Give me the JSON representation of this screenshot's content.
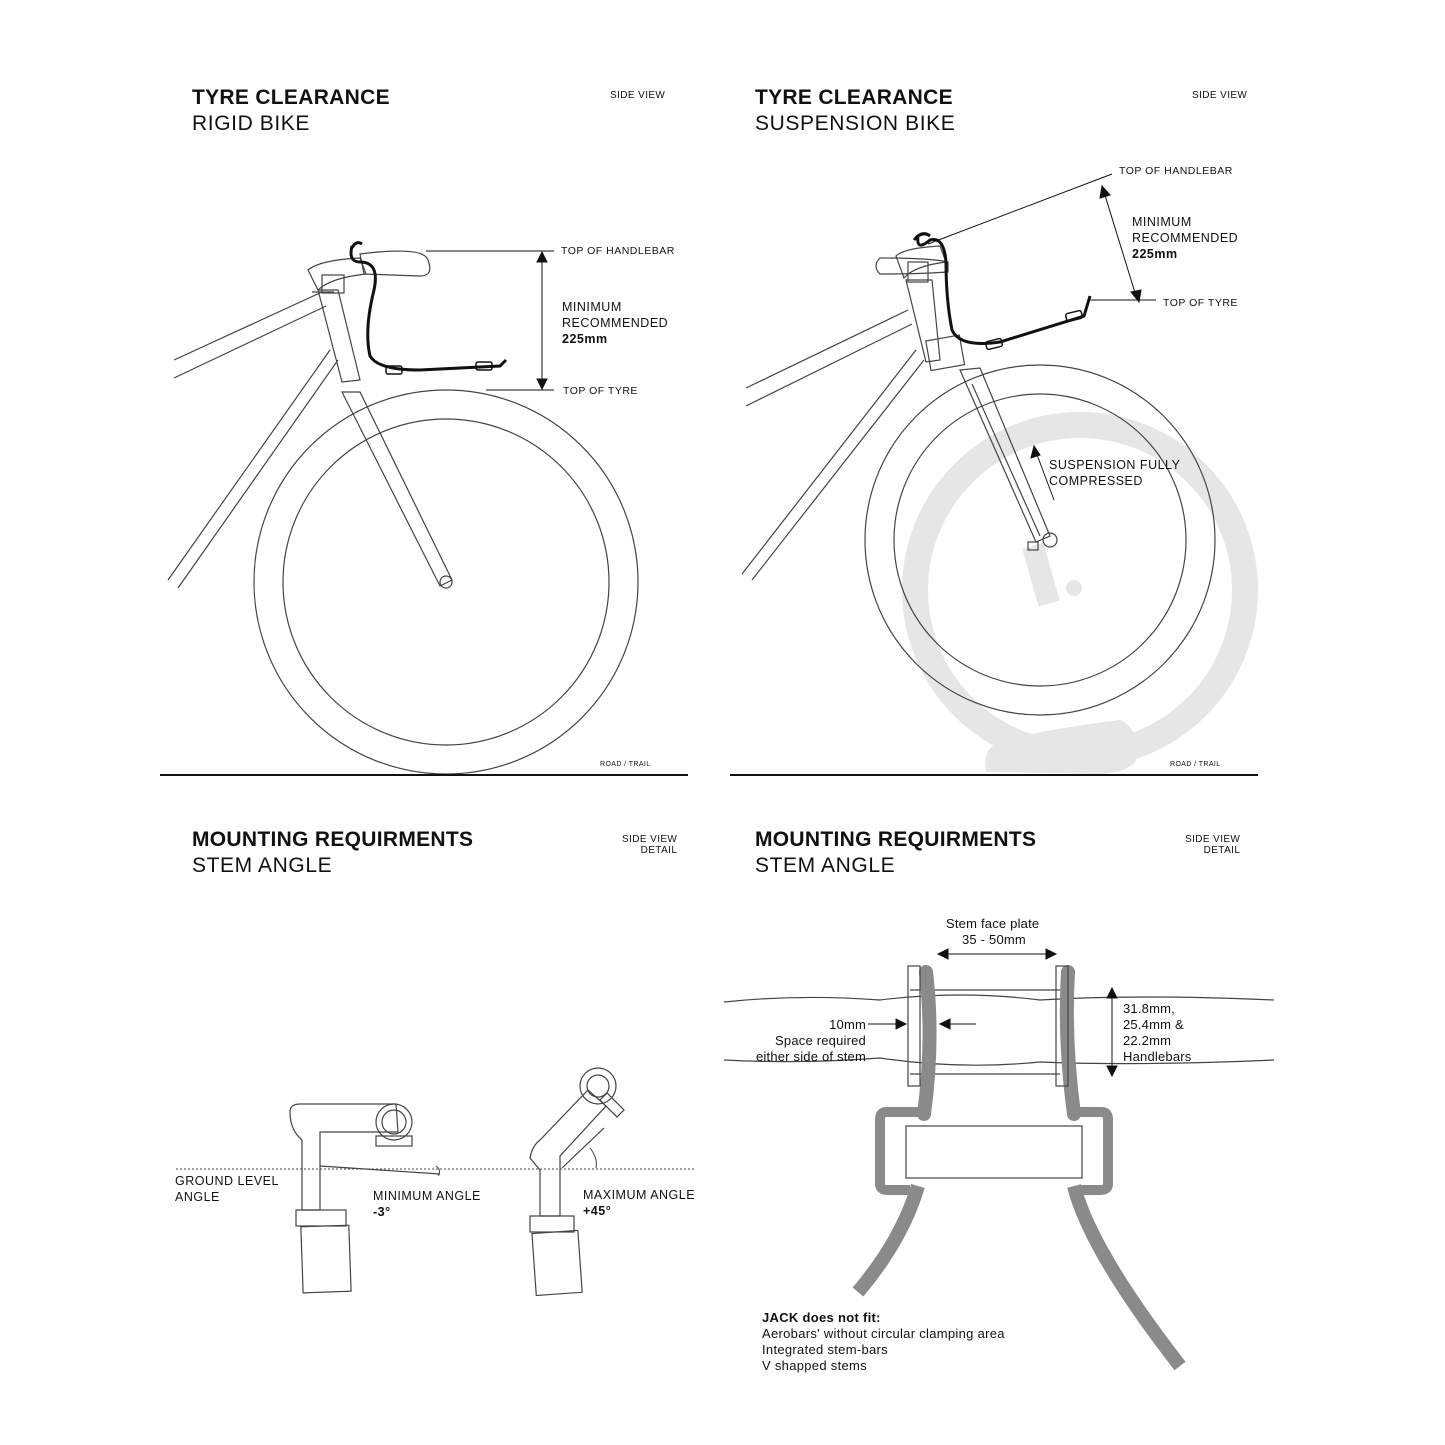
{
  "panels": {
    "rigid": {
      "title": "TYRE CLEARANCE",
      "subtitle": "RIGID BIKE",
      "view": "SIDE VIEW",
      "top_handlebar": "TOP OF HANDLEBAR",
      "top_tyre": "TOP OF TYRE",
      "min_line1": "MINIMUM",
      "min_line2": "RECOMMENDED",
      "min_value": "225mm",
      "surface": "ROAD / TRAIL"
    },
    "suspension": {
      "title": "TYRE CLEARANCE",
      "subtitle": "SUSPENSION BIKE",
      "view": "SIDE VIEW",
      "top_handlebar": "TOP OF HANDLEBAR",
      "top_tyre": "TOP OF TYRE",
      "min_line1": "MINIMUM",
      "min_line2": "RECOMMENDED",
      "min_value": "225mm",
      "compressed_line1": "SUSPENSION FULLY",
      "compressed_line2": "COMPRESSED",
      "surface": "ROAD / TRAIL"
    },
    "stem_angle": {
      "title": "MOUNTING REQUIRMENTS",
      "subtitle": "STEM ANGLE",
      "view_line1": "SIDE VIEW",
      "view_line2": "DETAIL",
      "ground_line1": "GROUND LEVEL",
      "ground_line2": "ANGLE",
      "min_label": "MINIMUM ANGLE",
      "min_value": "-3°",
      "max_label": "MAXIMUM ANGLE",
      "max_value": "+45°"
    },
    "stem_face": {
      "title": "MOUNTING REQUIRMENTS",
      "subtitle": "STEM ANGLE",
      "view_line1": "SIDE VIEW",
      "view_line2": "DETAIL",
      "faceplate_line1": "Stem face plate",
      "faceplate_line2": "35 - 50mm",
      "space_line1": "10mm",
      "space_line2": "Space required",
      "space_line3": "either side of stem",
      "bars_line1": "31.8mm,",
      "bars_line2": "25.4mm &",
      "bars_line3": "22.2mm",
      "bars_line4": "Handlebars",
      "notfit_title": "JACK does not fit:",
      "notfit_items": [
        "Aerobars' without circular clamping area",
        "Integrated stem-bars",
        "V shapped stems"
      ]
    }
  },
  "colors": {
    "ink": "#111111",
    "sketch": "#444444",
    "ghost": "#e6e6e6",
    "clamp": "#8a8a8a"
  }
}
